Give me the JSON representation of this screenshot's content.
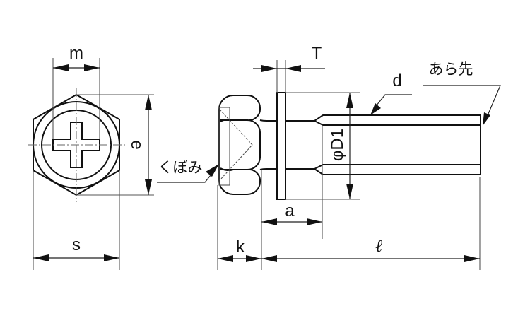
{
  "title": "Hex washer-head Phillips screw dimension drawing",
  "front_view": {
    "labels": {
      "m": "m",
      "e": "e",
      "s": "s"
    }
  },
  "side_view": {
    "labels": {
      "T": "T",
      "d": "d",
      "thread_end": "あら先",
      "D1": "φD1",
      "recess": "くぼみ",
      "a": "a",
      "k": "k",
      "l": "ℓ"
    }
  },
  "colors": {
    "line": "#111111",
    "background": "#ffffff"
  }
}
